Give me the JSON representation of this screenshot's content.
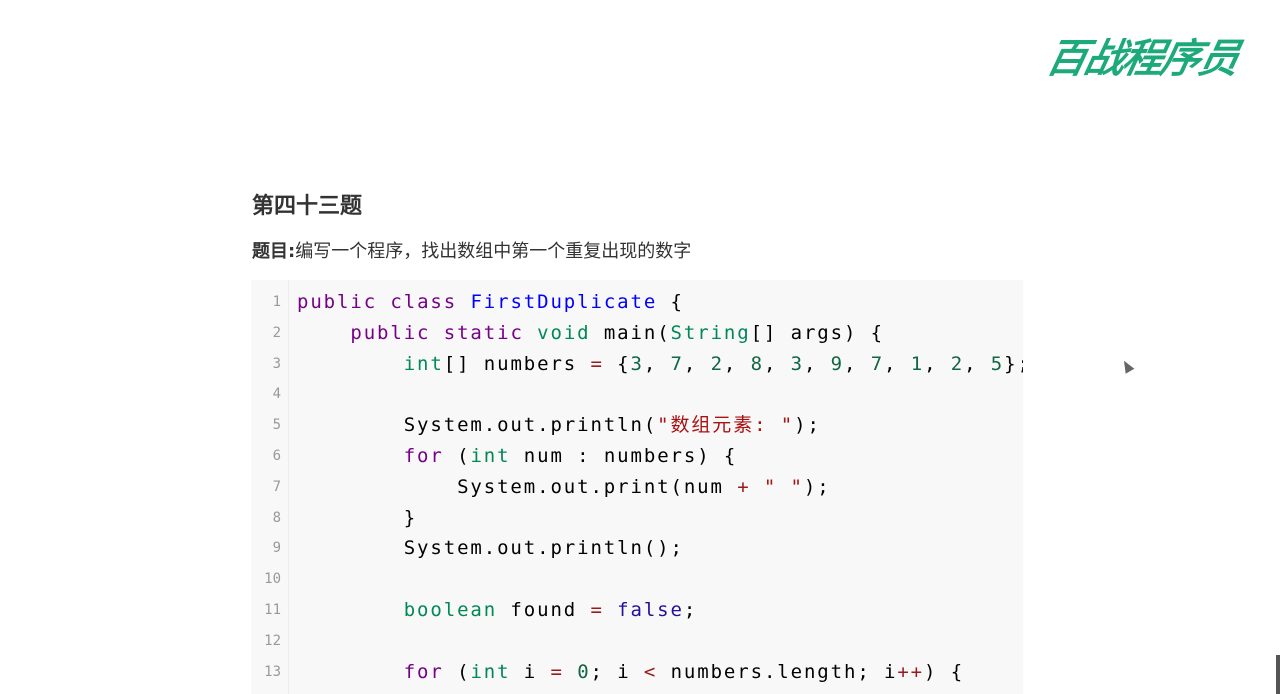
{
  "logo": {
    "text": "百战程序员",
    "color": "#1daa7a"
  },
  "heading": "第四十三题",
  "prompt": {
    "label": "题目:",
    "text": "编写一个程序，找出数组中第一个重复出现的数字"
  },
  "code": {
    "language": "java",
    "lines": [
      [
        [
          "keyword",
          "public"
        ],
        [
          "plain",
          " "
        ],
        [
          "keyword",
          "class"
        ],
        [
          "plain",
          " "
        ],
        [
          "def",
          "FirstDuplicate"
        ],
        [
          "plain",
          " {"
        ]
      ],
      [
        [
          "plain",
          "    "
        ],
        [
          "keyword",
          "public"
        ],
        [
          "plain",
          " "
        ],
        [
          "keyword",
          "static"
        ],
        [
          "plain",
          " "
        ],
        [
          "type",
          "void"
        ],
        [
          "plain",
          " main("
        ],
        [
          "type",
          "String"
        ],
        [
          "plain",
          "[] args) {"
        ]
      ],
      [
        [
          "plain",
          "        "
        ],
        [
          "type",
          "int"
        ],
        [
          "plain",
          "[] numbers "
        ],
        [
          "operator",
          "="
        ],
        [
          "plain",
          " {"
        ],
        [
          "number",
          "3"
        ],
        [
          "plain",
          ", "
        ],
        [
          "number",
          "7"
        ],
        [
          "plain",
          ", "
        ],
        [
          "number",
          "2"
        ],
        [
          "plain",
          ", "
        ],
        [
          "number",
          "8"
        ],
        [
          "plain",
          ", "
        ],
        [
          "number",
          "3"
        ],
        [
          "plain",
          ", "
        ],
        [
          "number",
          "9"
        ],
        [
          "plain",
          ", "
        ],
        [
          "number",
          "7"
        ],
        [
          "plain",
          ", "
        ],
        [
          "number",
          "1"
        ],
        [
          "plain",
          ", "
        ],
        [
          "number",
          "2"
        ],
        [
          "plain",
          ", "
        ],
        [
          "number",
          "5"
        ],
        [
          "plain",
          "};"
        ]
      ],
      [],
      [
        [
          "plain",
          "        System.out.println("
        ],
        [
          "string",
          "\"数组元素: \""
        ],
        [
          "plain",
          ");"
        ]
      ],
      [
        [
          "plain",
          "        "
        ],
        [
          "keyword",
          "for"
        ],
        [
          "plain",
          " ("
        ],
        [
          "type",
          "int"
        ],
        [
          "plain",
          " num : numbers) {"
        ]
      ],
      [
        [
          "plain",
          "            System.out.print(num "
        ],
        [
          "operator",
          "+"
        ],
        [
          "plain",
          " "
        ],
        [
          "string",
          "\" \""
        ],
        [
          "plain",
          ");"
        ]
      ],
      [
        [
          "plain",
          "        }"
        ]
      ],
      [
        [
          "plain",
          "        System.out.println();"
        ]
      ],
      [],
      [
        [
          "plain",
          "        "
        ],
        [
          "type",
          "boolean"
        ],
        [
          "plain",
          " found "
        ],
        [
          "operator",
          "="
        ],
        [
          "plain",
          " "
        ],
        [
          "atom",
          "false"
        ],
        [
          "plain",
          ";"
        ]
      ],
      [],
      [
        [
          "plain",
          "        "
        ],
        [
          "keyword",
          "for"
        ],
        [
          "plain",
          " ("
        ],
        [
          "type",
          "int"
        ],
        [
          "plain",
          " i "
        ],
        [
          "operator",
          "="
        ],
        [
          "plain",
          " "
        ],
        [
          "number",
          "0"
        ],
        [
          "plain",
          "; i "
        ],
        [
          "operator",
          "<"
        ],
        [
          "plain",
          " numbers.length; i"
        ],
        [
          "operator",
          "++"
        ],
        [
          "plain",
          ") {"
        ]
      ]
    ]
  }
}
